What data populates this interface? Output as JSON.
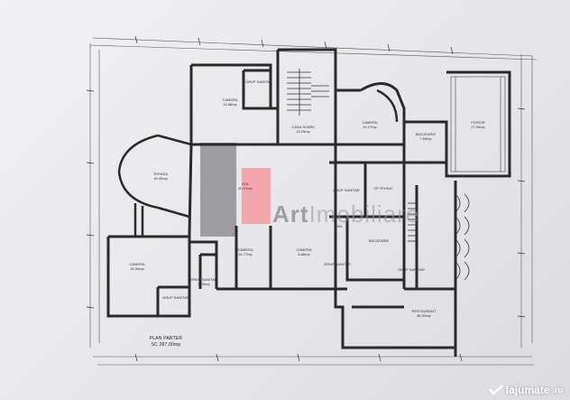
{
  "plan": {
    "title": "PLAN PARTER",
    "area": "SC 287,00mp"
  },
  "rooms": [
    {
      "id": "camera-1",
      "name": "CAMERA",
      "area": "15.88mp"
    },
    {
      "id": "grup-sanitar-1",
      "name": "GRUP SANITAR",
      "area": ""
    },
    {
      "id": "casa-scarii",
      "name": "CASA SCARII",
      "area": "13.29mp"
    },
    {
      "id": "camera-2",
      "name": "CAMERA",
      "area": "14.17mp"
    },
    {
      "id": "bucatarie-1",
      "name": "BUCATARIE",
      "area": "7.60mp"
    },
    {
      "id": "foisor",
      "name": "FOISOR",
      "area": "17.00mp"
    },
    {
      "id": "terasa",
      "name": "TERASA",
      "area": "16.40mp"
    },
    {
      "id": "hol",
      "name": "HOL",
      "area": "50.17mp"
    },
    {
      "id": "grup-sanitar-2",
      "name": "GRUP SANITAR",
      "area": ""
    },
    {
      "id": "cp-tehnic",
      "name": "CP TEHNIC",
      "area": ""
    },
    {
      "id": "hol-2",
      "name": "HOL",
      "area": ""
    },
    {
      "id": "bucatarie-2",
      "name": "BUCATARIE",
      "area": ""
    },
    {
      "id": "camera-3",
      "name": "CAMERA",
      "area": "16.77mp"
    },
    {
      "id": "camera-4",
      "name": "CAMERA",
      "area": "8.88mp"
    },
    {
      "id": "camera-5",
      "name": "CAMERA",
      "area": "18.00mp"
    },
    {
      "id": "grup-sanitar-3",
      "name": "GRUP SANITAR",
      "area": "3.00mp"
    },
    {
      "id": "grup-sanitar-4",
      "name": "GRUP SANITAR",
      "area": ""
    },
    {
      "id": "grup-sanitar-5",
      "name": "GRUP SANITAR",
      "area": ""
    },
    {
      "id": "grup-sanitar-6",
      "name": "GRUP SANITAR",
      "area": ""
    },
    {
      "id": "restaurant",
      "name": "RESTAURANT",
      "area": "86.00mp"
    }
  ],
  "watermark": {
    "prefix": "Art",
    "rest": "Imobiliare"
  },
  "brand": {
    "name": "lajumate",
    "tld": ".ro"
  },
  "colors": {
    "highlight": "#f4a6ad",
    "walls": "#2a2a2a",
    "paper": "#ececef",
    "dim": "#444444"
  }
}
